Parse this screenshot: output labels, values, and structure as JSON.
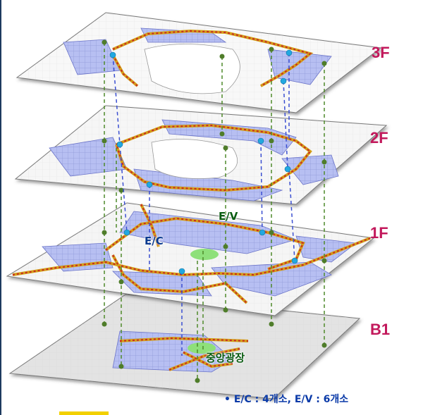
{
  "floors": [
    {
      "id": "3F",
      "label": "3F"
    },
    {
      "id": "2F",
      "label": "2F"
    },
    {
      "id": "1F",
      "label": "1F"
    },
    {
      "id": "B1",
      "label": "B1"
    }
  ],
  "callouts": {
    "ev": "E/V",
    "ec": "E/C",
    "plaza": "중앙광장"
  },
  "note": "• E/C : 4개소, E/V : 6개소",
  "colors": {
    "floor_label": "#c2185b",
    "route": "#d4a017",
    "route_dash": "#c62828",
    "ev_line": "#4f8a2b",
    "ec_line": "#3b4fd1",
    "ec_node": "#22a8e0",
    "ev_node": "#4f7d2a",
    "shop": "#aab4f0",
    "plaza": "#8ee07a"
  }
}
